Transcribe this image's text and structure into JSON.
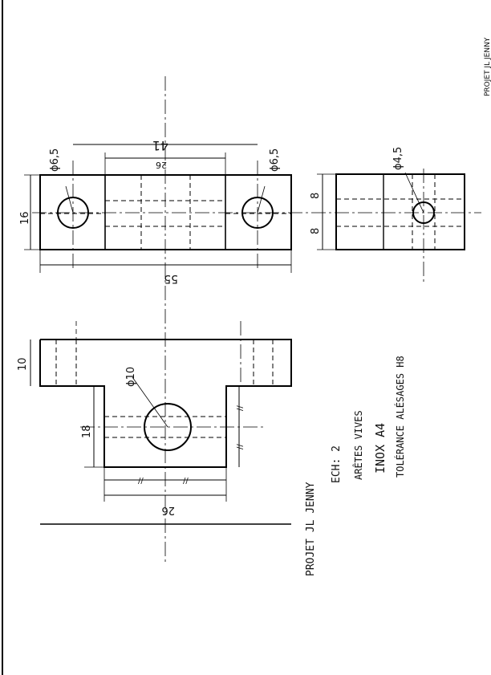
{
  "dims": {
    "d_left_hole": "ϕ6,5",
    "d_right_hole": "ϕ6,5",
    "len_41": "41",
    "len_26_top": "26",
    "height_16": "16",
    "len_55": "55",
    "h_8_upper": "8",
    "h_8_lower": "8",
    "d_side_hole": "ϕ4,5",
    "h_10": "10",
    "h_18": "18",
    "d_bore": "ϕ10",
    "len_26_bottom": "26",
    "eq_marks": "//"
  },
  "notes": {
    "project": "PROJET JL JENNY",
    "scale": "ECH: 2",
    "edges": "ARÊTES VIVES",
    "material": "INOX A4",
    "tolerance": "TOLÉRANCE ALÉSAGES H8"
  },
  "margin_text": "PROJET JL JENNY"
}
